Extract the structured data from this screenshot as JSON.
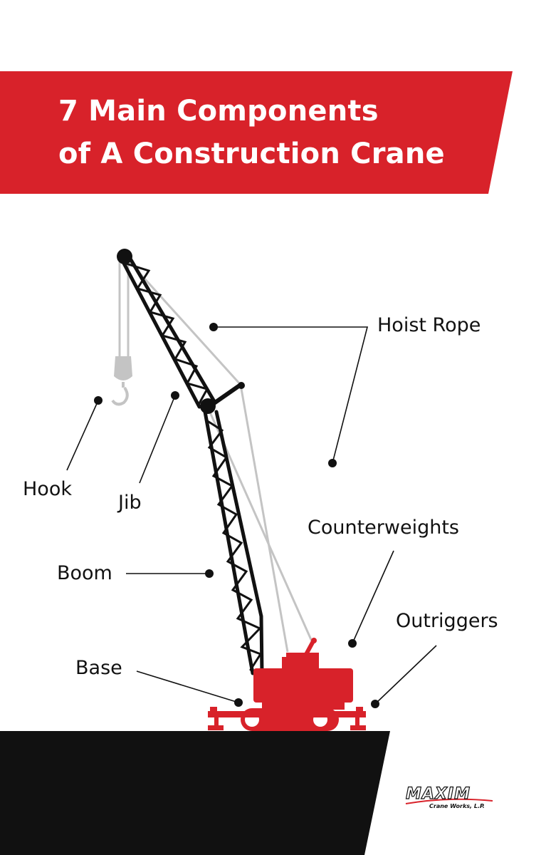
{
  "title": {
    "line1": "7 Main Components",
    "line2": "of A Construction Crane"
  },
  "labels": {
    "hoist_rope": "Hoist Rope",
    "hook": "Hook",
    "jib": "Jib",
    "boom": "Boom",
    "counterweights": "Counterweights",
    "outriggers": "Outriggers",
    "base": "Base"
  },
  "logo": {
    "name": "MAXIM",
    "tagline": "Crane Works, L.P."
  },
  "colors": {
    "brand_red": "#d8222a",
    "black": "#111111",
    "rope_gray": "#c4c4c4"
  }
}
